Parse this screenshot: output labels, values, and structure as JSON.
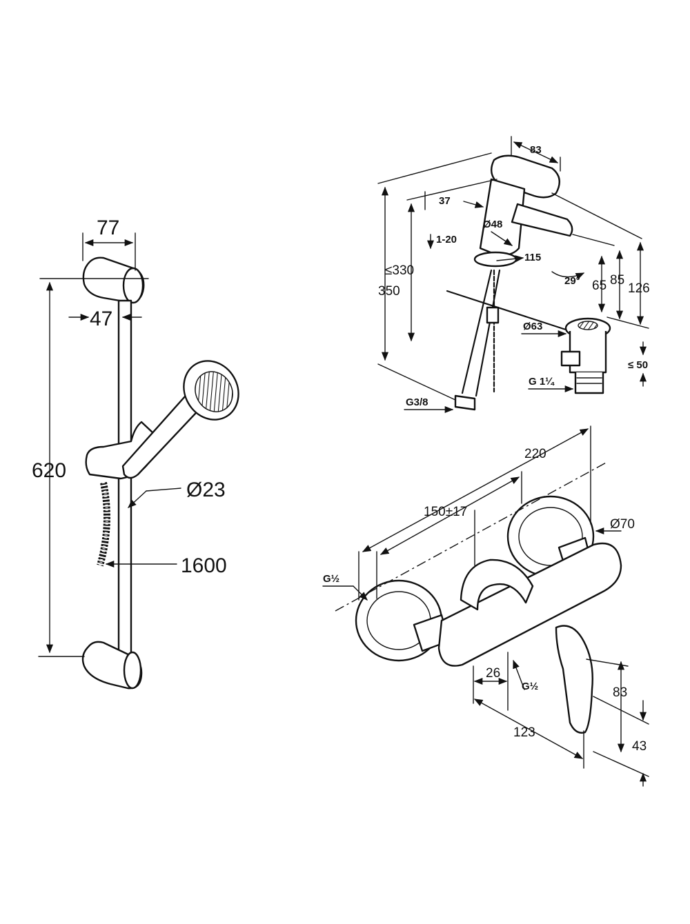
{
  "shower_rail": {
    "labels": {
      "width_top": "77",
      "width_inner": "47",
      "height": "620",
      "diameter": "Ø23",
      "hose": "1600"
    }
  },
  "basin_mixer": {
    "labels": {
      "spout_width": "83",
      "lever": "37",
      "body_dia": "Ø48",
      "range": "1-20",
      "max_330": "≤330",
      "total_350": "350",
      "reach": "115",
      "angle": "29°",
      "h65": "65",
      "h85": "85",
      "h126": "126",
      "waste_dia": "Ø63",
      "waste_50": "≤ 50",
      "waste_thread": "G 1¼",
      "hose_thread": "G3/8"
    }
  },
  "wall_mixer": {
    "labels": {
      "overall": "220",
      "centers": "150±17",
      "rosette": "Ø70",
      "inlet": "G½",
      "outlet_26": "26",
      "outlet": "G½",
      "h83": "83",
      "depth": "123",
      "h43": "43"
    }
  }
}
